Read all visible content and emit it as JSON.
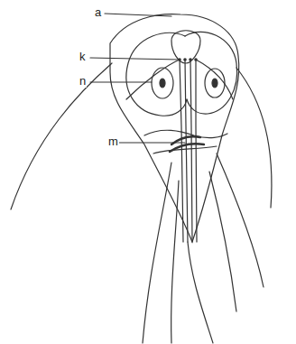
{
  "diagram": {
    "labels": [
      "a",
      "k",
      "n",
      "m"
    ]
  }
}
